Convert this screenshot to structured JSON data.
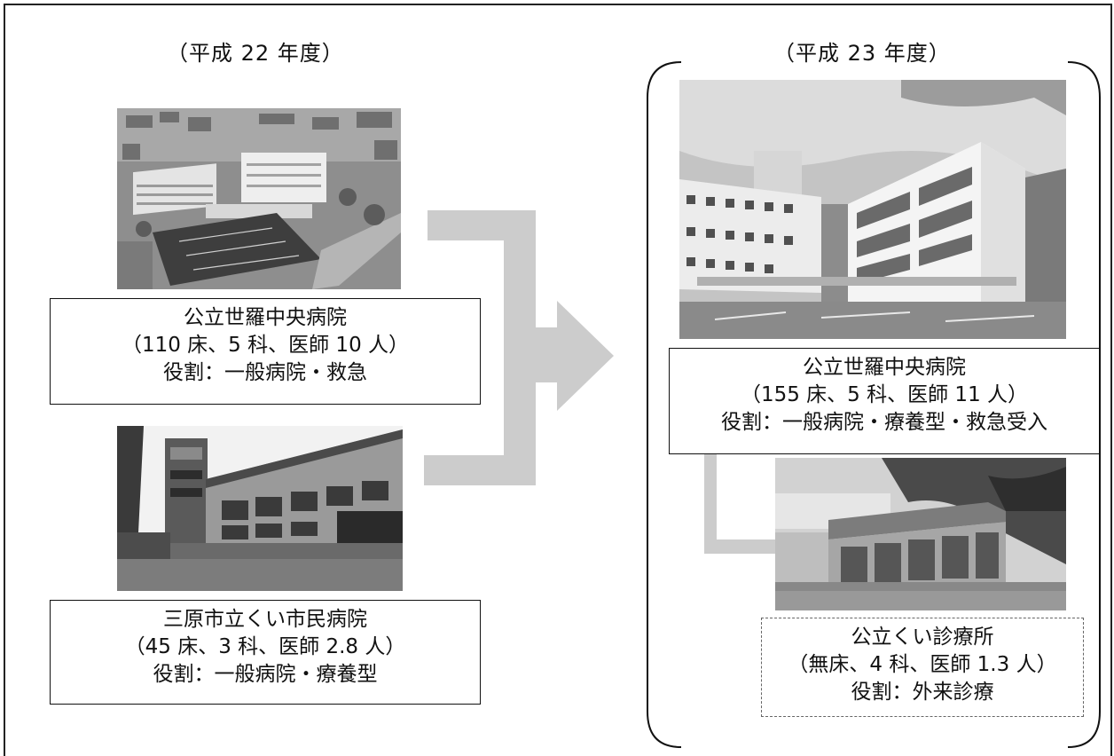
{
  "before": {
    "year_label": "（平成 22 年度）",
    "hospitals": [
      {
        "name": "公立世羅中央病院",
        "stats": "（110 床、5 科、医師 10 人）",
        "role": "役割：一般病院・救急"
      },
      {
        "name": "三原市立くい市民病院",
        "stats": "（45 床、3 科、医師 2.8 人）",
        "role": "役割：一般病院・療養型"
      }
    ]
  },
  "after": {
    "year_label": "（平成 23 年度）",
    "hospital": {
      "name": "公立世羅中央病院",
      "stats": "（155 床、5 科、医師 11 人）",
      "role": "役割：一般病院・療養型・救急受入"
    },
    "clinic": {
      "name": "公立くい診療所",
      "stats": "（無床、4 科、医師 1.3 人）",
      "role": "役割：外来診療"
    }
  },
  "colors": {
    "arrow": "#cccccc",
    "border": "#111111"
  }
}
